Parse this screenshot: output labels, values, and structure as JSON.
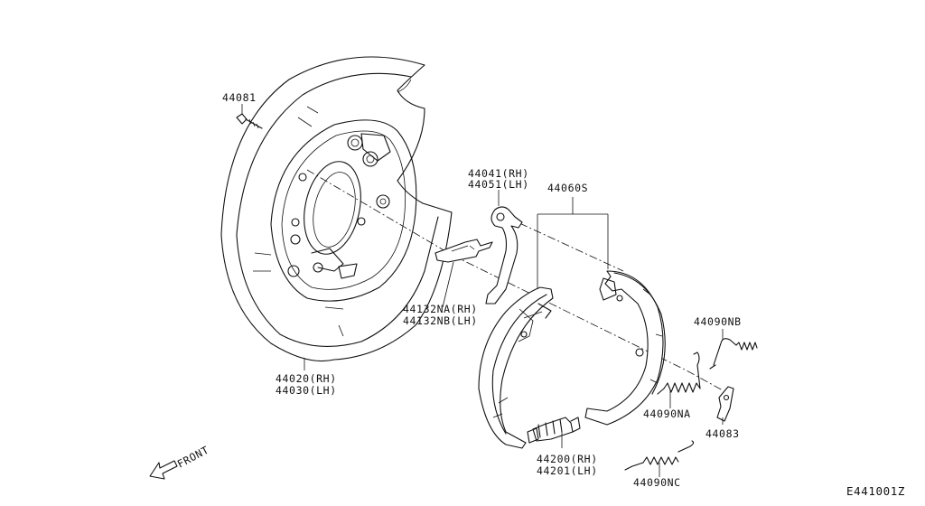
{
  "diagram": {
    "code": "E441001Z",
    "front_label": "FRONT",
    "parts": {
      "p44081": "44081",
      "p44020": "44020(RH)",
      "p44030": "44030(LH)",
      "p44041": "44041(RH)",
      "p44051": "44051(LH)",
      "p44060s": "44060S",
      "p44132na": "44132NA(RH)",
      "p44132nb": "44132NB(LH)",
      "p44090nb": "44090NB",
      "p44090na": "44090NA",
      "p44083": "44083",
      "p44200": "44200(RH)",
      "p44201": "44201(LH)",
      "p44090nc": "44090NC"
    }
  }
}
